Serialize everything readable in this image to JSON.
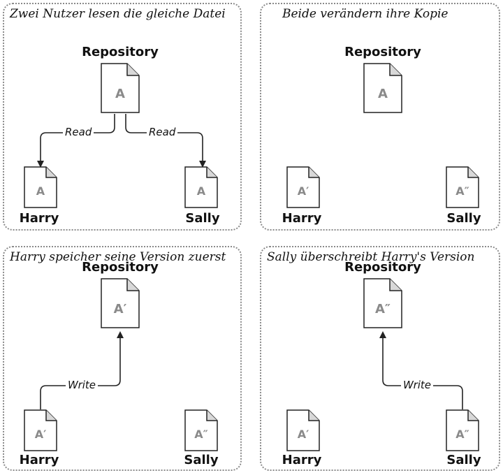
{
  "panels": [
    {
      "title": "Zwei Nutzer lesen die gleiche Datei",
      "repo_label": "Repository",
      "repo_doc": "A",
      "harry_label": "Harry",
      "harry_doc": "A",
      "sally_label": "Sally",
      "sally_doc": "A",
      "arrow_left_label": "Read",
      "arrow_right_label": "Read"
    },
    {
      "title": "Beide verändern ihre Kopie",
      "repo_label": "Repository",
      "repo_doc": "A",
      "harry_label": "Harry",
      "harry_doc": "A′",
      "sally_label": "Sally",
      "sally_doc": "A″"
    },
    {
      "title": "Harry speicher seine Version zuerst",
      "repo_label": "Repository",
      "repo_doc": "A′",
      "harry_label": "Harry",
      "harry_doc": "A′",
      "sally_label": "Sally",
      "sally_doc": "A″",
      "arrow_label": "Write"
    },
    {
      "title": "Sally überschreibt Harry's Version",
      "repo_label": "Repository",
      "repo_doc": "A″",
      "harry_label": "Harry",
      "harry_doc": "A′",
      "sally_label": "Sally",
      "sally_doc": "A″",
      "arrow_label": "Write"
    }
  ]
}
